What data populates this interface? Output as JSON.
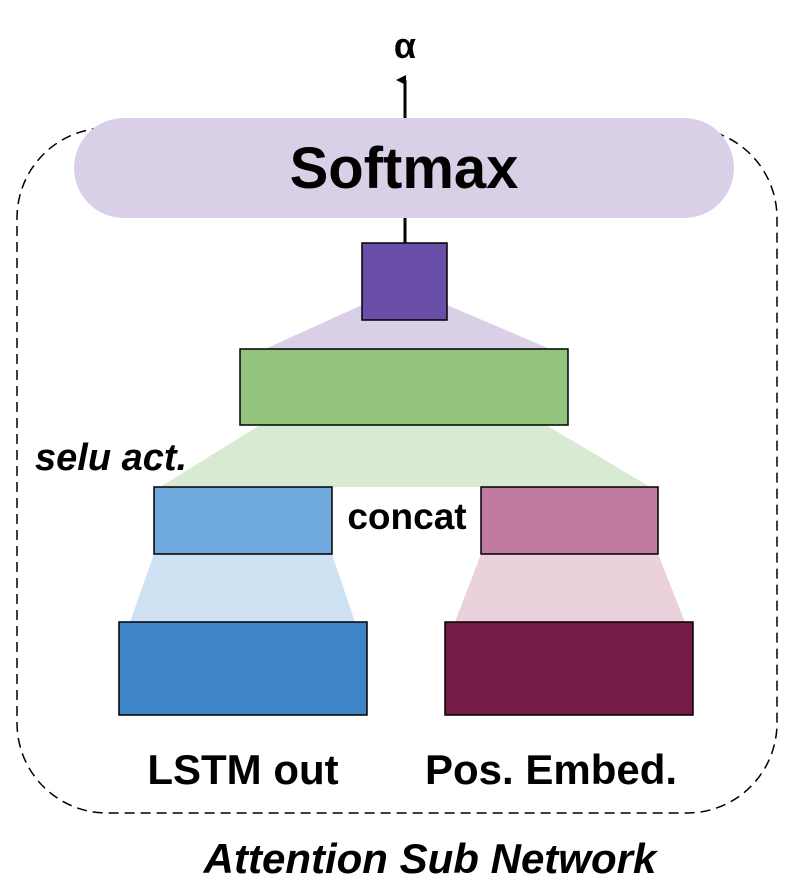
{
  "output_label": "α",
  "softmax_label": "Softmax",
  "activation_label": "selu act.",
  "concat_label": "concat",
  "input_left_label": "LSTM out",
  "input_right_label": "Pos. Embed.",
  "container_caption": "Attention Sub Network",
  "colors": {
    "softmax": "#d9d0e8",
    "output_layer": "#6a4fa8",
    "output_fan": "#d9d0e8",
    "hidden_layer": "#93c47d",
    "hidden_fan": "#d9ead3",
    "left_projection": "#6fa8dc",
    "left_fan": "#cfe2f3",
    "left_input": "#3d85c6",
    "right_projection": "#c27ba0",
    "right_fan": "#ead1dc",
    "right_input": "#741b47"
  }
}
